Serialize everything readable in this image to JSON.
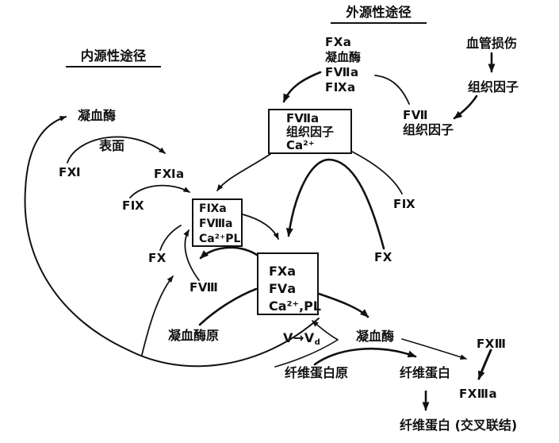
{
  "diagram": {
    "titles": {
      "intrinsic": "内源性途径",
      "extrinsic": "外源性途径"
    },
    "labels": {
      "vessel_injury": "血管损伤",
      "tissue_factor": "组织因子",
      "activator_list": [
        "FⅩa",
        "凝血酶",
        "FⅦa",
        "FⅨa"
      ],
      "fvii": "FⅦ",
      "fvii_tissue_factor": "组织因子",
      "thrombin_top": "凝血酶",
      "surface": "表面",
      "fxi": "FⅪ",
      "fxia": "FⅪa",
      "fix_left": "FⅨ",
      "fx_left": "FⅩ",
      "fviii": "FⅧ",
      "fix_right": "FⅨ",
      "fx_right": "FⅩ",
      "prothrombin": "凝血酶原",
      "v_conversion_main": "V→V",
      "v_conversion_sub": "d",
      "thrombin_bottom": "凝血酶",
      "fxiii": "FⅩⅢ",
      "fxiiia": "FⅩⅢa",
      "fibrinogen": "纤维蛋白原",
      "fibrin": "纤维蛋白",
      "fibrin_crosslinked": "纤维蛋白 (交叉联结)"
    },
    "boxes": {
      "extrinsic_complex": {
        "lines": [
          "FⅦa",
          "组织因子",
          "Ca²⁺"
        ]
      },
      "tenase_complex": {
        "lines": [
          "FⅨa",
          "FⅧa",
          "Ca²⁺PL"
        ]
      },
      "prothrombinase_complex": {
        "lines": [
          "FⅩa",
          "FⅤa",
          "Ca²⁺,PL"
        ]
      }
    },
    "colors": {
      "ink": "#111111",
      "background": "#ffffff"
    }
  }
}
